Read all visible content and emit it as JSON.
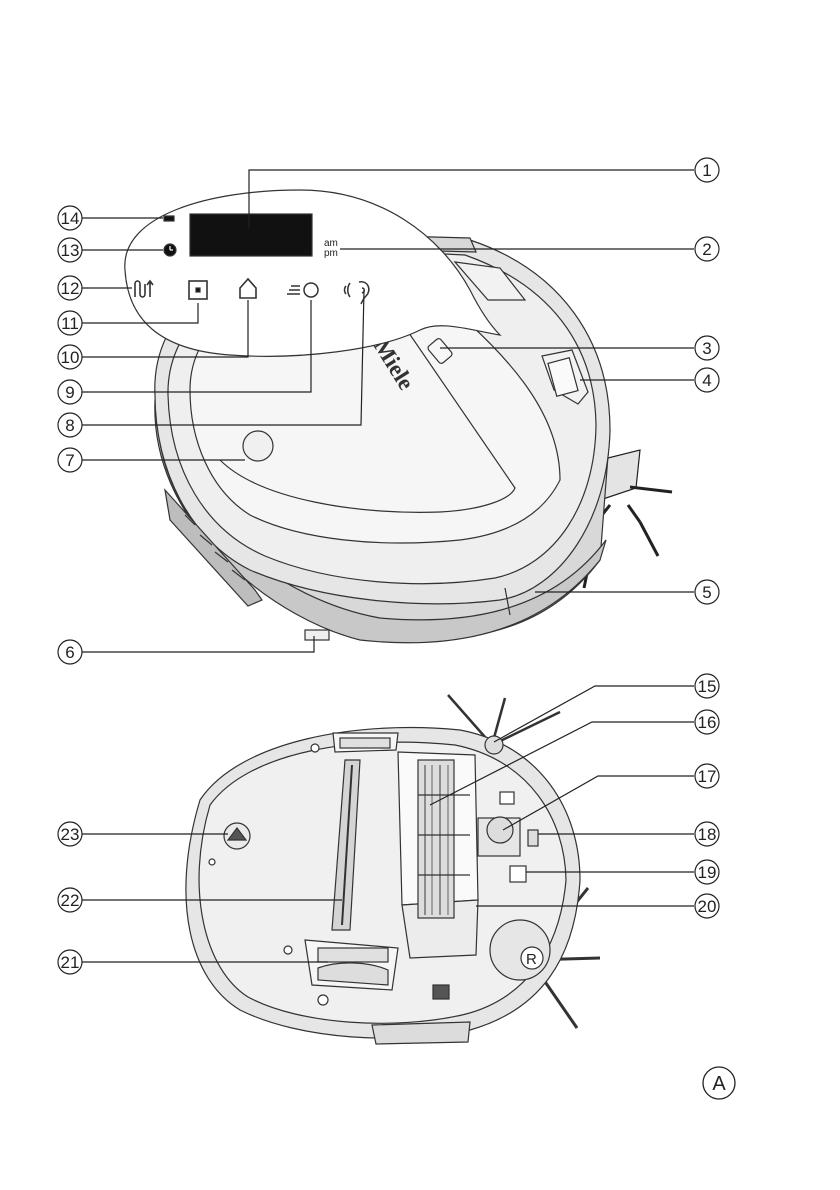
{
  "display_panel": {
    "time_suffix_am": "am",
    "time_suffix_pm": "pm"
  },
  "brand_logo_text": "Miele",
  "side_brush_mark": "R",
  "figure_label": "A",
  "callouts": [
    {
      "id": "c1",
      "label": "1"
    },
    {
      "id": "c2",
      "label": "2"
    },
    {
      "id": "c3",
      "label": "3"
    },
    {
      "id": "c4",
      "label": "4"
    },
    {
      "id": "c5",
      "label": "5"
    },
    {
      "id": "c6",
      "label": "6"
    },
    {
      "id": "c7",
      "label": "7"
    },
    {
      "id": "c8",
      "label": "8"
    },
    {
      "id": "c9",
      "label": "9"
    },
    {
      "id": "c10",
      "label": "10"
    },
    {
      "id": "c11",
      "label": "11"
    },
    {
      "id": "c12",
      "label": "12"
    },
    {
      "id": "c13",
      "label": "13"
    },
    {
      "id": "c14",
      "label": "14"
    },
    {
      "id": "c15",
      "label": "15"
    },
    {
      "id": "c16",
      "label": "16"
    },
    {
      "id": "c17",
      "label": "17"
    },
    {
      "id": "c18",
      "label": "18"
    },
    {
      "id": "c19",
      "label": "19"
    },
    {
      "id": "c20",
      "label": "20"
    },
    {
      "id": "c21",
      "label": "21"
    },
    {
      "id": "c22",
      "label": "22"
    },
    {
      "id": "c23",
      "label": "23"
    }
  ],
  "colors": {
    "outline": "#333333",
    "body_fill": "#ededed",
    "top_fill": "#f7f7f7",
    "rim_fill": "#d6d6d6",
    "display_fill": "#111111"
  },
  "icons": [
    "clock-icon",
    "mode-icon",
    "stop-icon",
    "home-icon",
    "speed-icon",
    "wifi-icon"
  ]
}
